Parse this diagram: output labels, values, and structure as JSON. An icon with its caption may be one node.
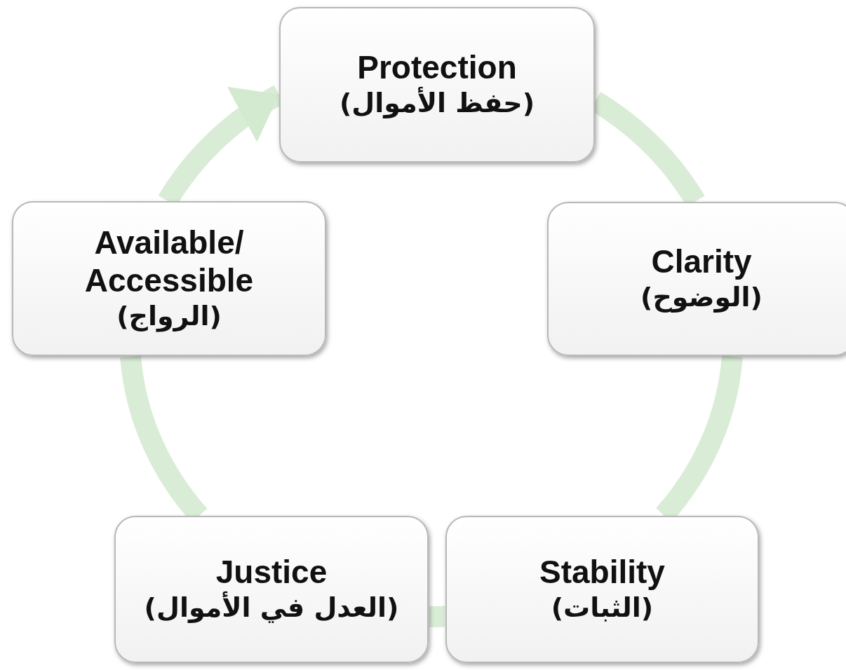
{
  "diagram": {
    "nodes": [
      {
        "text": [
          "Protection",
          "(حفظ الأموال)"
        ]
      },
      {
        "text": [
          "Clarity",
          "(الوضوح)"
        ]
      },
      {
        "text": [
          "Stability",
          "(الثبات)"
        ]
      },
      {
        "text": [
          "Justice",
          "(العدل في الأموال)"
        ]
      },
      {
        "text": [
          "Available/ Accessible",
          "(الرواج)"
        ]
      }
    ],
    "edges": [
      {
        "from": 0,
        "to": 1,
        "arrow": "none"
      },
      {
        "from": 1,
        "to": 2,
        "arrow": "none"
      },
      {
        "from": 2,
        "to": 3,
        "arrow": "none"
      },
      {
        "from": 3,
        "to": 4,
        "arrow": "none"
      },
      {
        "from": 4,
        "to": 0,
        "arrow": "to"
      }
    ]
  }
}
